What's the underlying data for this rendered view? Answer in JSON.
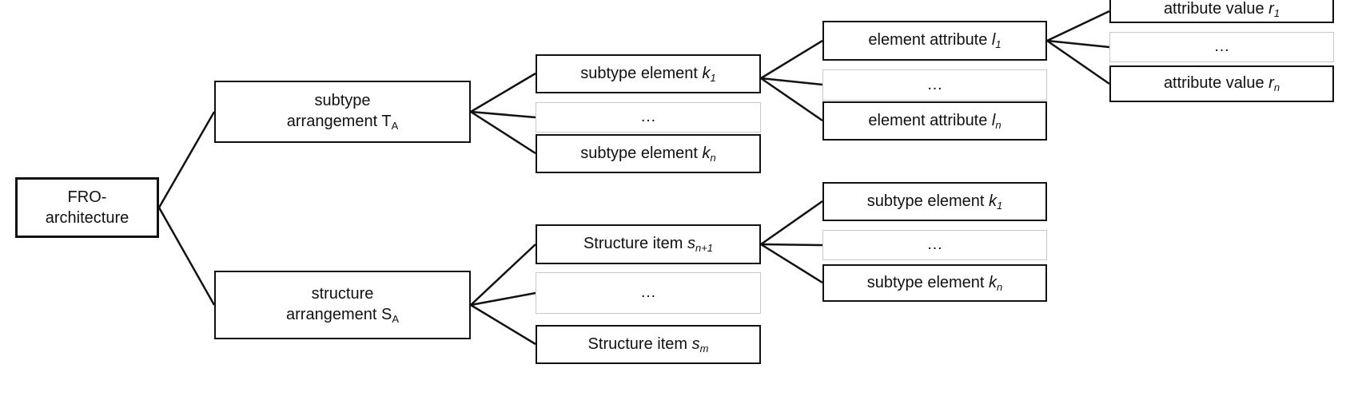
{
  "nodes": {
    "root": {
      "text": "FRO-",
      "line2": "architecture"
    },
    "subtype_arr": {
      "text": "subtype",
      "line2": "arrangement T",
      "sub": "A"
    },
    "struct_arr": {
      "text": "structure",
      "line2": "arrangement S",
      "sub": "A"
    },
    "st_el_k1": {
      "text": "subtype element ",
      "var": "k",
      "sub": "1"
    },
    "st_el_ell": {
      "text": "…"
    },
    "st_el_kn": {
      "text": "subtype element ",
      "var": "k",
      "sub": "n"
    },
    "s_item_n1": {
      "text": "Structure item ",
      "var": "s",
      "sub": "n+1"
    },
    "s_item_ell": {
      "text": "…"
    },
    "s_item_m": {
      "text": "Structure item ",
      "var": "s",
      "sub": "m"
    },
    "attr_l1": {
      "text": "element attribute ",
      "var": "l",
      "sub": "1"
    },
    "attr_ell": {
      "text": "…"
    },
    "attr_ln": {
      "text": "element attribute ",
      "var": "l",
      "sub": "n"
    },
    "sub_k1": {
      "text": "subtype element ",
      "var": "k",
      "sub": "1"
    },
    "sub_ell": {
      "text": "…"
    },
    "sub_kn": {
      "text": "subtype element ",
      "var": "k",
      "sub": "n"
    },
    "val_r1": {
      "text": "attribute value ",
      "var": "r",
      "sub": "1"
    },
    "val_ell": {
      "text": "…"
    },
    "val_rn": {
      "text": "attribute value ",
      "var": "r",
      "sub": "n"
    }
  }
}
